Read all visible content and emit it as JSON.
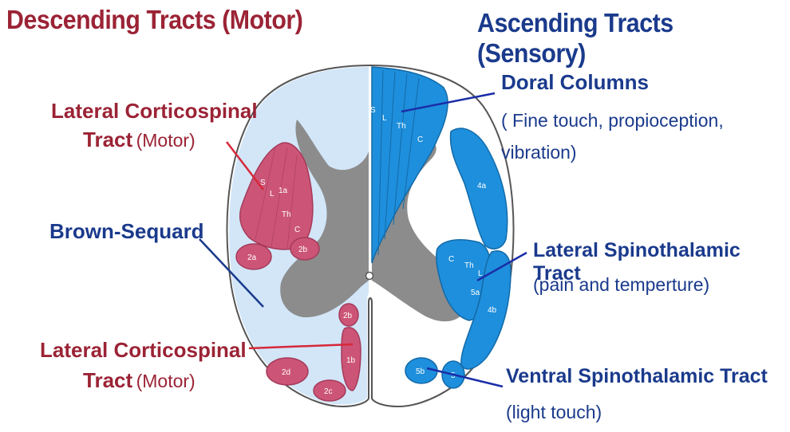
{
  "headings": {
    "left": "Descending Tracts (Motor)",
    "right": "Ascending Tracts (Sensory)"
  },
  "left_labels": {
    "lcst_top_line1": "Lateral Corticospinal",
    "lcst_top_line2_bold": "Tract",
    "lcst_top_line2_normal": "(Motor)",
    "brown_sequard": "Brown-Sequard",
    "lcst_bottom_line1": "Lateral Corticospinal",
    "lcst_bottom_line2_bold": "Tract",
    "lcst_bottom_line2_normal": "(Motor)"
  },
  "right_labels": {
    "dorsal_title": "Doral Columns",
    "dorsal_desc_line1": "( Fine touch, propioception,",
    "dorsal_desc_line2": "vibration)",
    "lateral_st_title": "Lateral Spinothalamic Tract",
    "lateral_st_desc": "(pain and temperture)",
    "ventral_st_title": "Ventral Spinothalamic Tract",
    "ventral_st_desc": "(light touch)"
  },
  "tract_codes": {
    "lcst_s": "S",
    "lcst_l": "L",
    "lcst_1a": "1a",
    "lcst_th": "Th",
    "lcst_c": "C",
    "t_2a": "2a",
    "t_2b": "2b",
    "t_2b_lower": "2b",
    "t_1b": "1b",
    "t_2d": "2d",
    "t_2c": "2c",
    "dc_s": "S",
    "dc_l": "L",
    "dc_th": "Th",
    "dc_c": "C",
    "t_4a": "4a",
    "t_4b": "4b",
    "lst_c": "C",
    "lst_th": "Th",
    "lst_l": "L",
    "t_5a": "5a",
    "t_5b": "5b",
    "t_5c": "5"
  },
  "colors": {
    "heading_red": "#9b2335",
    "heading_blue": "#1a3a8c",
    "motor_tract": "#cc5577",
    "sensory_tract": "#1e8fdc",
    "left_white_matter": "#d2e6f8",
    "grey_matter": "#8c8c8c"
  }
}
